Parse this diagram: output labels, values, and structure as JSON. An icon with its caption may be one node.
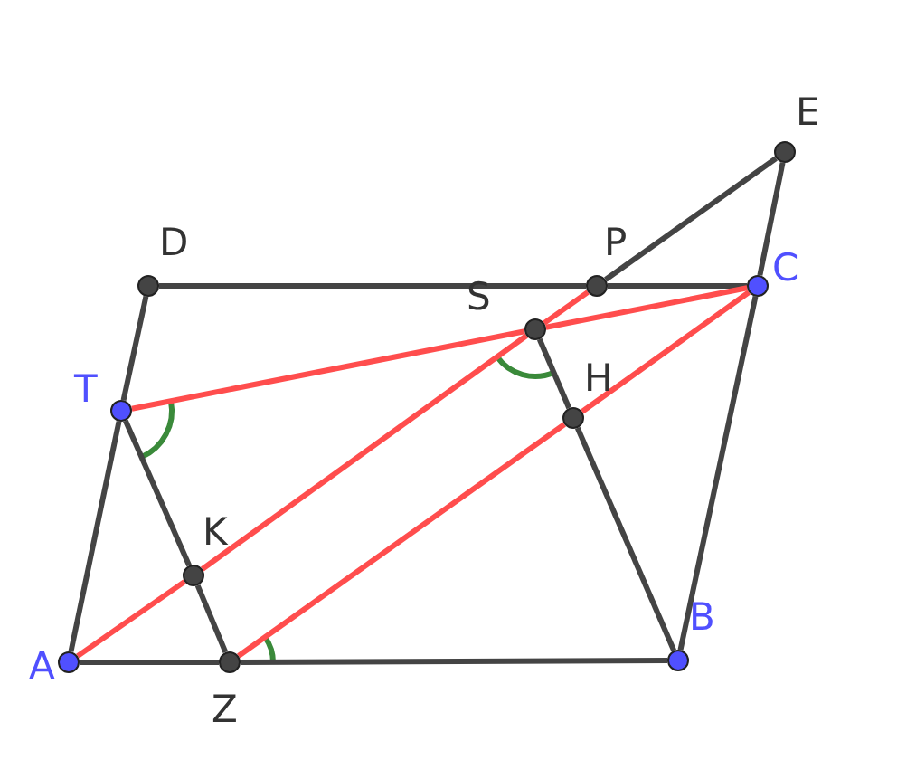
{
  "diagram": {
    "nodes": [
      {
        "text": [
          "A"
        ]
      },
      {
        "text": [
          "Z"
        ]
      },
      {
        "text": [
          "B"
        ]
      },
      {
        "text": [
          "C"
        ]
      },
      {
        "text": [
          "D"
        ]
      },
      {
        "text": [
          "P"
        ]
      },
      {
        "text": [
          "E"
        ]
      },
      {
        "text": [
          "T"
        ]
      },
      {
        "text": [
          "K"
        ]
      },
      {
        "text": [
          "S"
        ]
      },
      {
        "text": [
          "H"
        ]
      }
    ],
    "edges": [
      {
        "from": 0,
        "to": 1,
        "arrow": "none"
      },
      {
        "from": 1,
        "to": 2,
        "arrow": "none"
      },
      {
        "from": 2,
        "to": 3,
        "arrow": "none"
      },
      {
        "from": 3,
        "to": 5,
        "arrow": "none"
      },
      {
        "from": 5,
        "to": 4,
        "arrow": "none"
      },
      {
        "from": 4,
        "to": 7,
        "arrow": "none"
      },
      {
        "from": 7,
        "to": 0,
        "arrow": "none"
      },
      {
        "from": 3,
        "to": 6,
        "arrow": "none"
      },
      {
        "from": 6,
        "to": 5,
        "arrow": "none"
      },
      {
        "from": 7,
        "to": 8,
        "arrow": "none"
      },
      {
        "from": 8,
        "to": 1,
        "arrow": "none"
      },
      {
        "from": 9,
        "to": 10,
        "arrow": "none"
      },
      {
        "from": 10,
        "to": 2,
        "arrow": "none"
      },
      {
        "from": 0,
        "to": 8,
        "arrow": "none",
        "color": "#ff4d4d"
      },
      {
        "from": 8,
        "to": 9,
        "arrow": "none",
        "color": "#ff4d4d"
      },
      {
        "from": 9,
        "to": 5,
        "arrow": "none",
        "color": "#ff4d4d"
      },
      {
        "from": 1,
        "to": 10,
        "arrow": "none",
        "color": "#ff4d4d"
      },
      {
        "from": 10,
        "to": 3,
        "arrow": "none",
        "color": "#ff4d4d"
      },
      {
        "from": 7,
        "to": 9,
        "arrow": "none",
        "color": "#ff4d4d"
      },
      {
        "from": 9,
        "to": 3,
        "arrow": "none",
        "color": "#ff4d4d"
      }
    ]
  }
}
